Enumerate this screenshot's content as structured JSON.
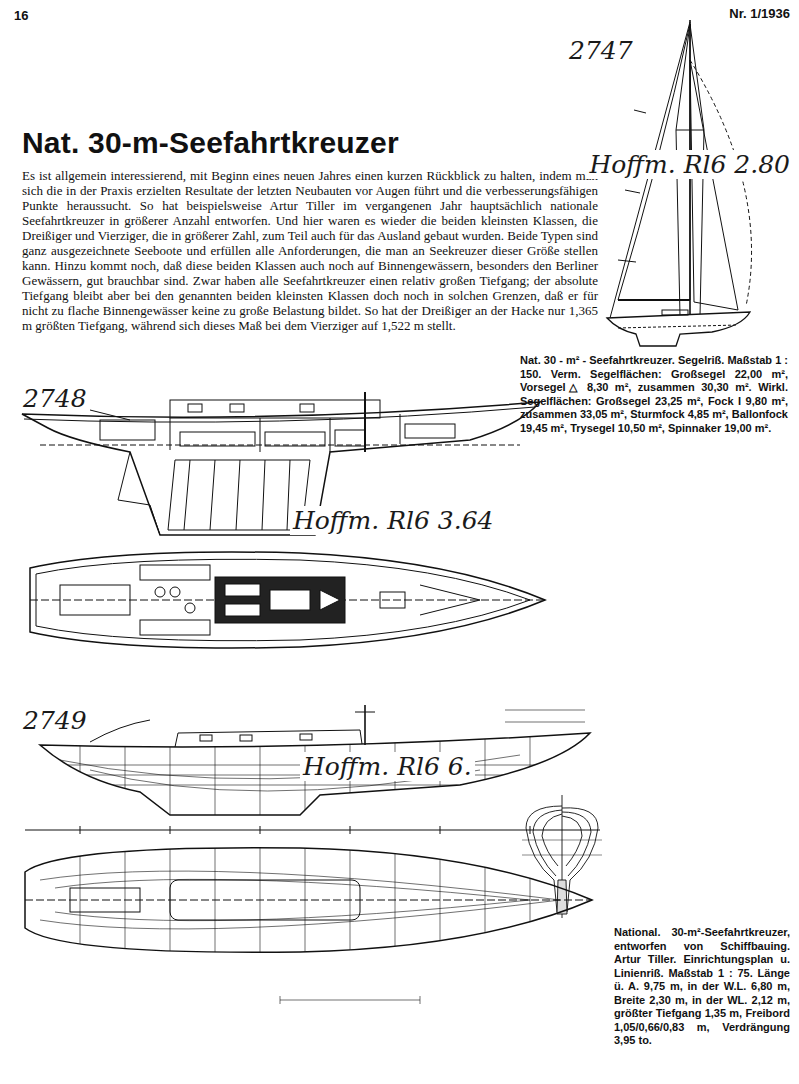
{
  "diagram": {
    "title": "Nat. 30-m-Seefahrtkreuzer",
    "caption": "National. 30-m²-Seefahrtkreuzer, entworfen von Schiffbauing. Artur Tiller. Einrichtungsplan u. Linienriß. Maßstab 1 : 75. Länge ü. A. 9,75 m, in der W.L. 6,80 m, Breite 2,30 m, in der WL. 2,12 m, größter Tiefgang 1,35 m, Freibord 1,05/0,66/0,83 m, Verdrängung 3,95 to.",
    "labels": [
      "16",
      "Nr. 1/1936",
      "Es ist allgemein interessierend, mit Beginn eines neuen Jahres einen kurzen Rückblick zu halten, indem man sich die in der Praxis erzielten Resultate der letzten Neubauten vor Augen führt und die verbesserungsfähigen Punkte heraussucht. So hat beispielsweise Artur Tiller im vergangenen Jahr hauptsächlich nationale Seefahrtkreuzer in größerer Anzahl entworfen. Und hier waren es wieder die beiden kleinsten Klassen, die Dreißiger und Vierziger, die in größerer Zahl, zum Teil auch für das Ausland gebaut wurden. Beide Typen sind ganz ausgezeichnete Seeboote und erfüllen alle Anforderungen, die man an Seekreuzer dieser Größe stellen kann. Hinzu kommt noch, daß diese beiden Klassen auch noch auf Binnengewässern, besonders den Berliner Gewässern, gut brauchbar sind. Zwar haben alle Seefahrtkreuzer einen relativ großen Tiefgang; der absolute Tiefgang bleibt aber bei den genannten beiden kleinsten Klassen doch noch in solchen Grenzen, daß er für nicht zu flache Binnengewässer keine zu große Belastung bildet. So hat der Dreißiger an der Hacke nur 1,365 m größten Tiefgang, während sich dieses Maß bei dem Vierziger auf 1,522 m stellt.",
      "Nat. 30 - m² - Seefahrtkreuzer. Segelriß. Maßstab 1 : 150. Verm. Segelflächen: Großsegel 22,00 m², Vorsegel△ 8,30 m², zusammen 30,30 m². Wirkl. Segelflächen: Großsegel 23,25 m², Fock I 9,80 m², zusammen 33,05 m², Sturmfock 4,85 m², Ballonfock 19,45 m², Trysegel 10,50 m², Spinnaker 19,00 m².",
      "2747",
      "Hoffm. Rl6 2.80",
      "2748",
      "Hoffm. Rl6 3.64",
      "2749",
      "Hoffm. Rl6 6."
    ]
  }
}
